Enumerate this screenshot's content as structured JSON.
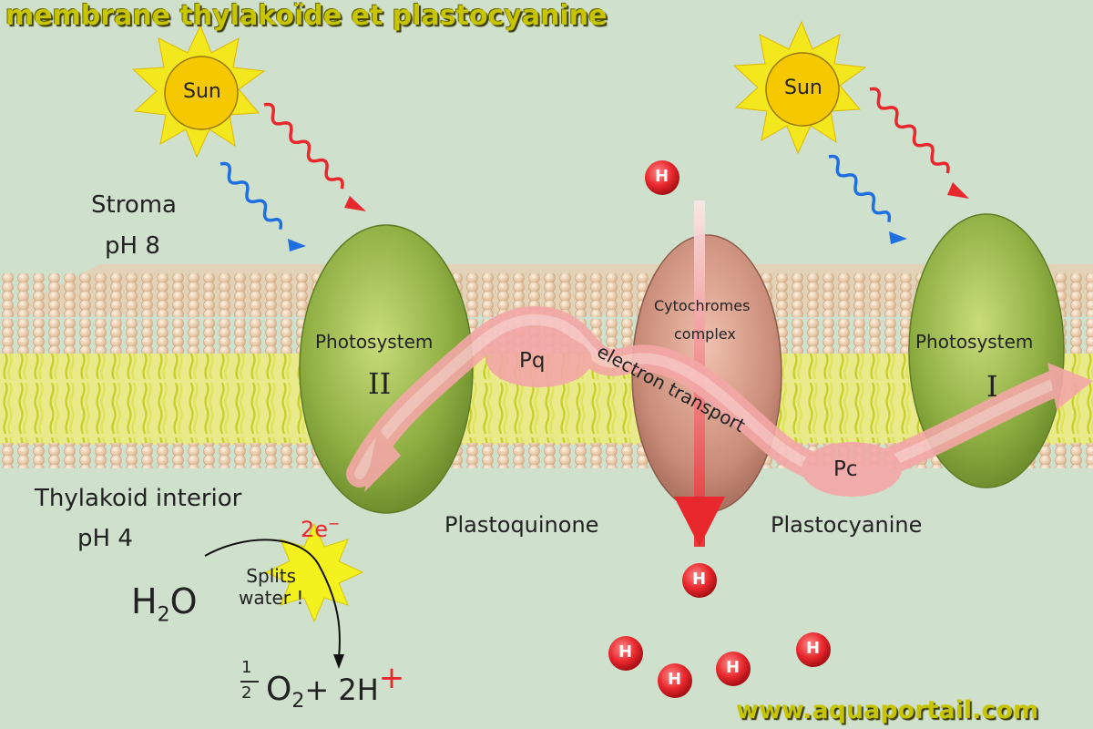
{
  "title": "membrane thylakoïde et plastocyanine",
  "watermark": "www.aquaportail.com",
  "colors": {
    "background": "#cfe0cd",
    "membrane_head": "#e8c9a8",
    "membrane_tail": "#d9e04a",
    "photosystem": "#8fb04a",
    "cytochrome": "#c98e7a",
    "electron_path": "#f2a3a3",
    "proton": "#e8282d",
    "sun": "#f0e21a",
    "red_light": "#e8282d",
    "blue_light": "#1f6fe0"
  },
  "labels": {
    "sun_left": "Sun",
    "sun_right": "Sun",
    "stroma": "Stroma",
    "stroma_ph": "pH 8",
    "interior": "Thylakoid interior",
    "interior_ph": "pH 4",
    "ps2_name": "Photosystem",
    "ps2_num": "II",
    "ps1_name": "Photosystem",
    "ps1_num": "I",
    "cyto_line1": "Cytochromes",
    "cyto_line2": "complex",
    "pq": "Pq",
    "pc": "Pc",
    "electron_transport": "electron transport",
    "plastoquinone": "Plastoquinone",
    "plastocyanine": "Plastocyanine",
    "two_e": "2e",
    "two_e_sup": "−",
    "splits_1": "Splits",
    "splits_2": "water !",
    "h2o_h": "H",
    "h2o_sub": "2",
    "h2o_o": "O",
    "frac_num": "1",
    "frac_den": "2",
    "o2": "O",
    "o2_sub": "2",
    "plus_2h": "+ 2H",
    "plus_sign": "+",
    "proton": "H"
  }
}
